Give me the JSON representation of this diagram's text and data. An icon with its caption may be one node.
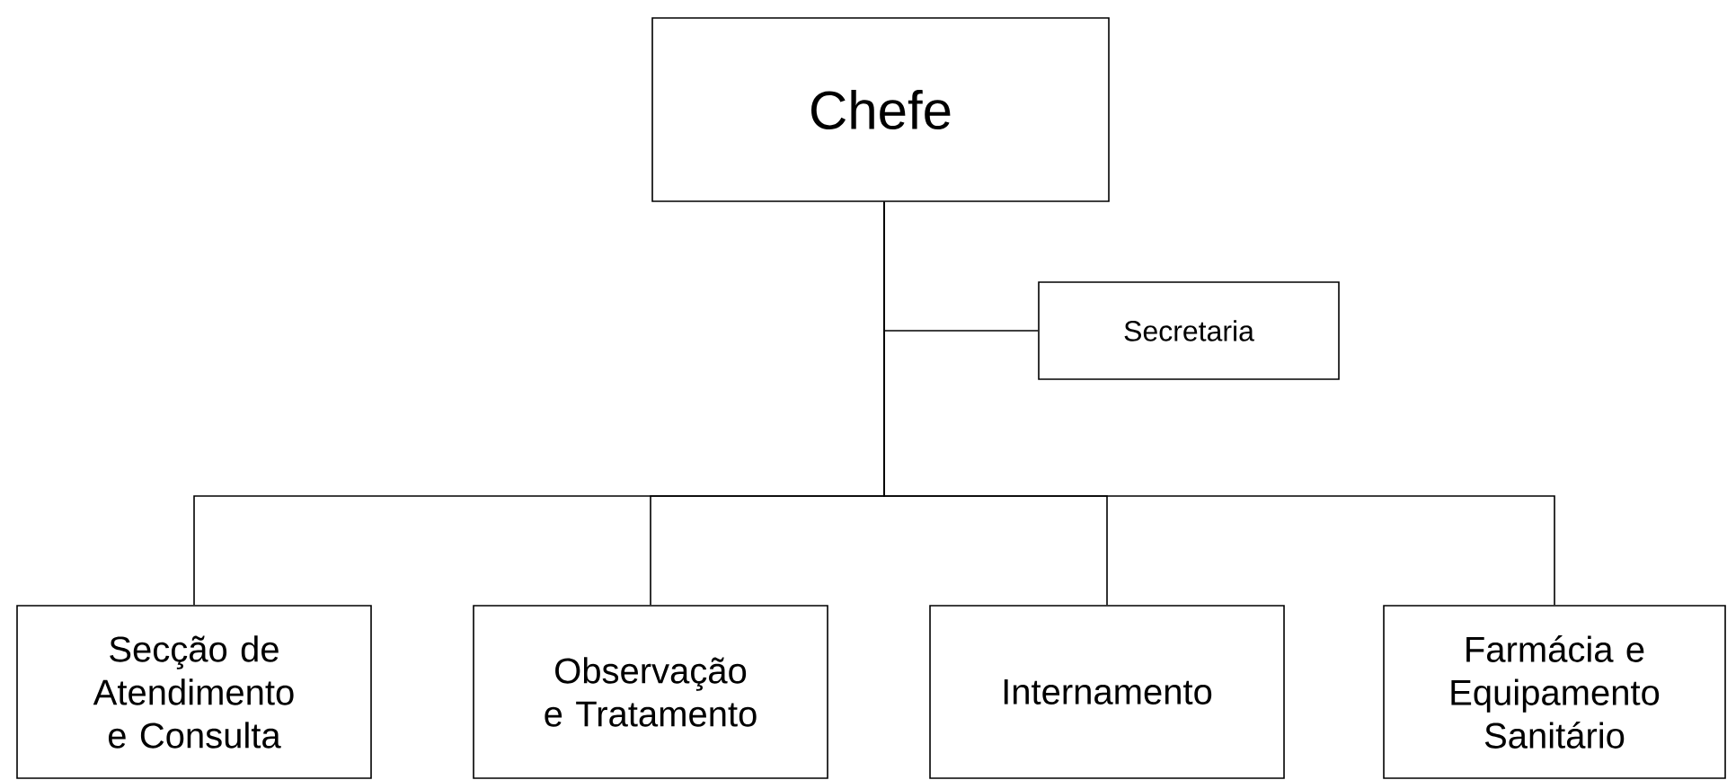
{
  "diagram": {
    "nodes": [
      {
        "text": [
          "Chefe"
        ]
      },
      {
        "text": [
          "Secretaria"
        ]
      },
      {
        "text": [
          "Secção de Atendimento e Consulta"
        ]
      },
      {
        "text": [
          "Observação e Tratamento"
        ]
      },
      {
        "text": [
          "Internamento"
        ]
      },
      {
        "text": [
          "Farmácia e Equipamento Sanitário"
        ]
      }
    ],
    "edges": [
      {
        "from": 0,
        "to": 1,
        "arrow": "none"
      },
      {
        "from": 0,
        "to": 2,
        "arrow": "none"
      },
      {
        "from": 0,
        "to": 3,
        "arrow": "none"
      },
      {
        "from": 0,
        "to": 4,
        "arrow": "none"
      },
      {
        "from": 0,
        "to": 5,
        "arrow": "none"
      }
    ]
  }
}
